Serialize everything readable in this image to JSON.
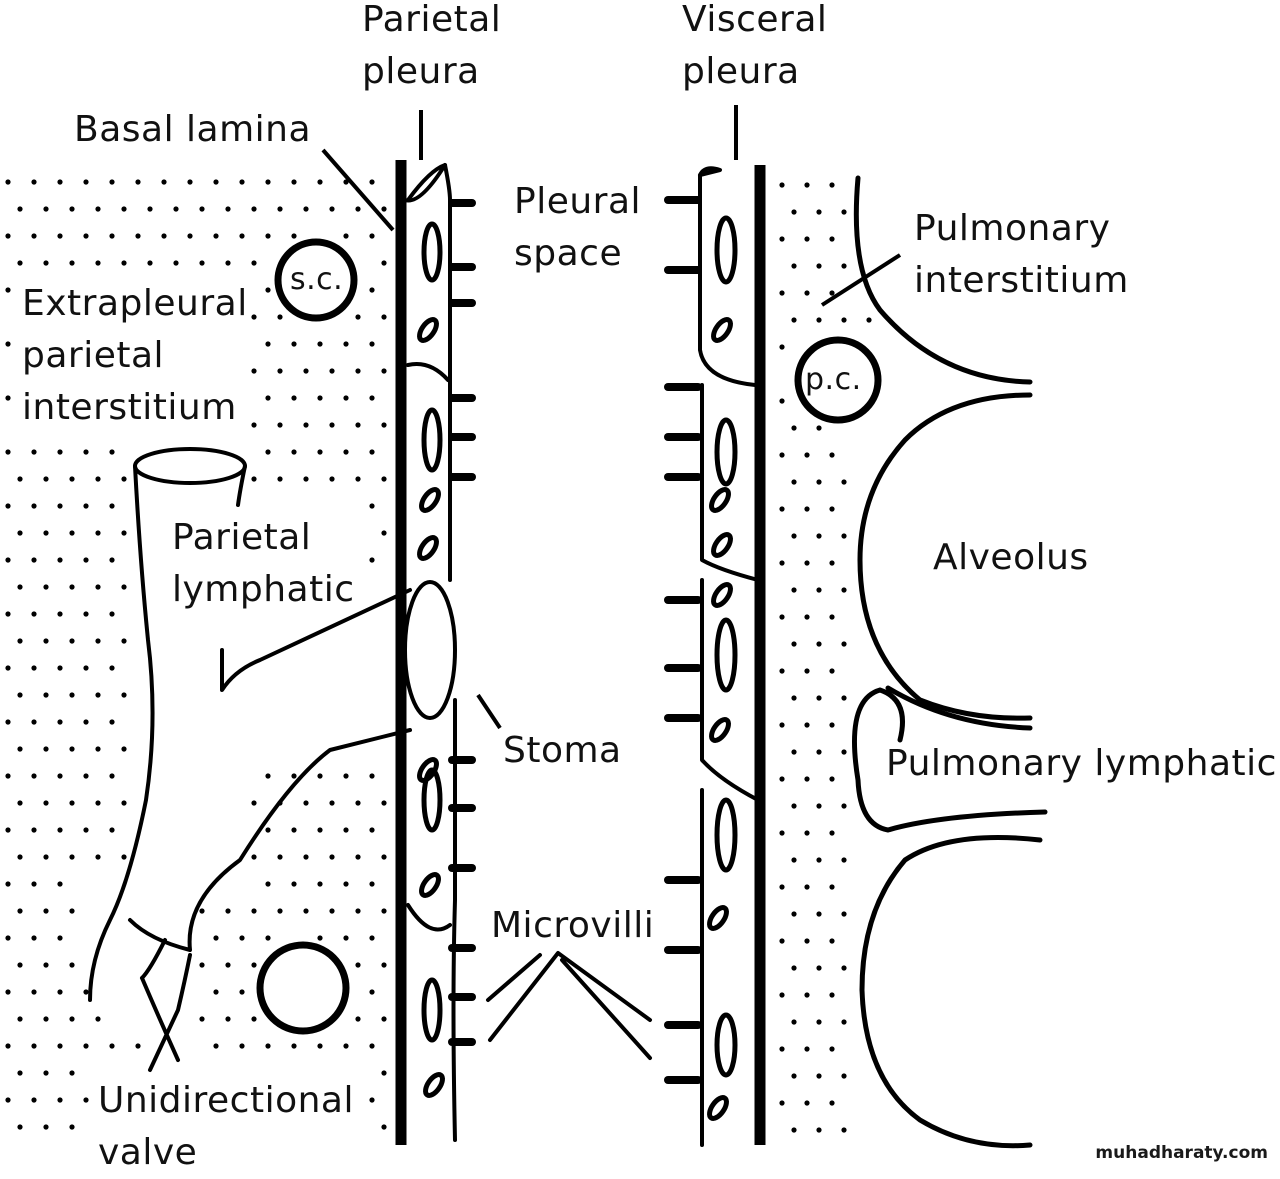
{
  "labels": {
    "parietal_pleura": [
      "Parietal",
      "pleura"
    ],
    "visceral_pleura": [
      "Visceral",
      "pleura"
    ],
    "basal_lamina": "Basal lamina",
    "pleural_space": [
      "Pleural",
      "space"
    ],
    "pulmonary_interstitium": [
      "Pulmonary",
      "interstitium"
    ],
    "extrapleural_interstitium": [
      "Extrapleural",
      "parietal",
      "interstitium"
    ],
    "systemic_capillary": "s.c.",
    "pulmonary_capillary": "p.c.",
    "parietal_lymphatic": [
      "Parietal",
      "lymphatic"
    ],
    "alveolus": "Alveolus",
    "stoma": "Stoma",
    "pulmonary_lymphatic": "Pulmonary lymphatic",
    "microvilli": "Microvilli",
    "unidirectional_valve": [
      "Unidirectional",
      "valve"
    ]
  },
  "watermark": "muhadharaty.com",
  "colors": {
    "ink": "#000000",
    "background": "#ffffff"
  }
}
